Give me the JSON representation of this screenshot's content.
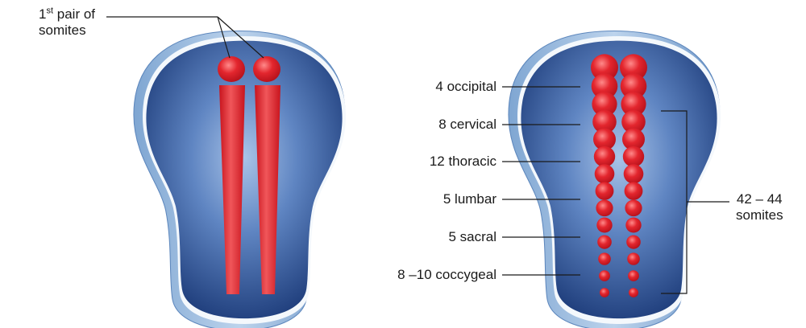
{
  "left_panel": {
    "callout": {
      "prefix": "1",
      "superscript": "st",
      "line1_rest": " pair of",
      "line2": "somites"
    }
  },
  "right_panel": {
    "regions": [
      {
        "label": "4 occipital"
      },
      {
        "label": "8 cervical"
      },
      {
        "label": "12 thoracic"
      },
      {
        "label": "5 lumbar"
      },
      {
        "label": "5 sacral"
      },
      {
        "label": "8 –10 coccygeal"
      }
    ],
    "total": {
      "line1": "42 – 44",
      "line2": "somites"
    }
  },
  "colors": {
    "somite_red": "#e3262e",
    "embryo_blue": "#2d5597",
    "rim_light": "#8fb3d9",
    "leader_line": "#1a1a1a"
  }
}
